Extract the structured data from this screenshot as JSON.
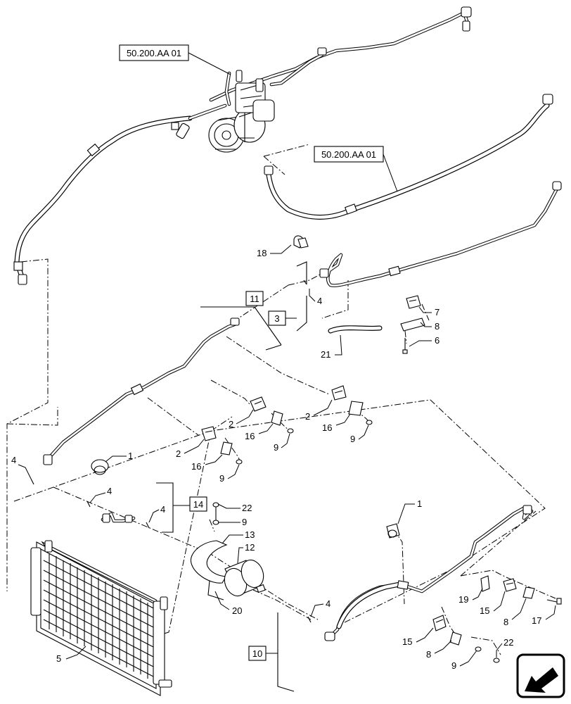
{
  "references": {
    "ref_top": "50.200.AA 01",
    "ref_right": "50.200.AA 01"
  },
  "boxed_callouts": {
    "b11": "11",
    "b3": "3",
    "b14": "14",
    "b10": "10"
  },
  "callouts": {
    "c1a": "1",
    "c1b": "1",
    "c2a": "2",
    "c2b": "2",
    "c2c": "2",
    "c4a": "4",
    "c4b": "4",
    "c4c": "4",
    "c4d": "4",
    "c4e": "4",
    "c5": "5",
    "c6": "6",
    "c7": "7",
    "c8a": "8",
    "c8b": "8",
    "c8c": "8",
    "c9a": "9",
    "c9b": "9",
    "c9c": "9",
    "c9d": "9",
    "c9e": "9",
    "c12": "12",
    "c13": "13",
    "c15a": "15",
    "c15b": "15",
    "c16a": "16",
    "c16b": "16",
    "c16c": "16",
    "c17": "17",
    "c18": "18",
    "c19": "19",
    "c20": "20",
    "c21": "21",
    "c22a": "22",
    "c22b": "22"
  },
  "colors": {
    "line": "#000000",
    "background": "#ffffff"
  },
  "icons": {
    "navigation": "direction-arrow-icon"
  }
}
